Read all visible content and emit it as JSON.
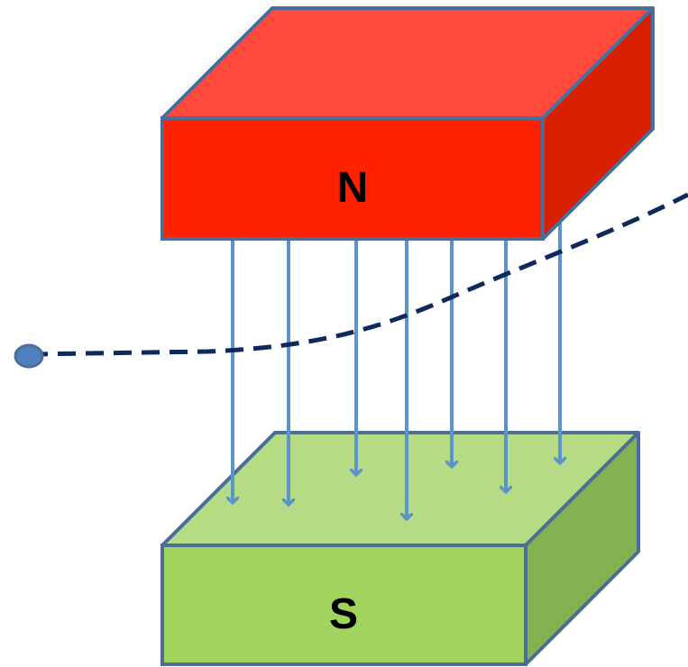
{
  "north_pole": {
    "label": "N",
    "front_color": "#ff2200",
    "top_color": "#ff4a3d",
    "side_color": "#d81f00"
  },
  "south_pole": {
    "label": "S",
    "front_color": "#a1d45e",
    "top_color": "#b5dc84",
    "side_color": "#86b150"
  },
  "outline_color": "#4a6e99",
  "field_line_color": "#5b93cb",
  "trajectory_color": "#0e2a5c",
  "particle_color": "#4f80bd",
  "field_line_count": 7
}
